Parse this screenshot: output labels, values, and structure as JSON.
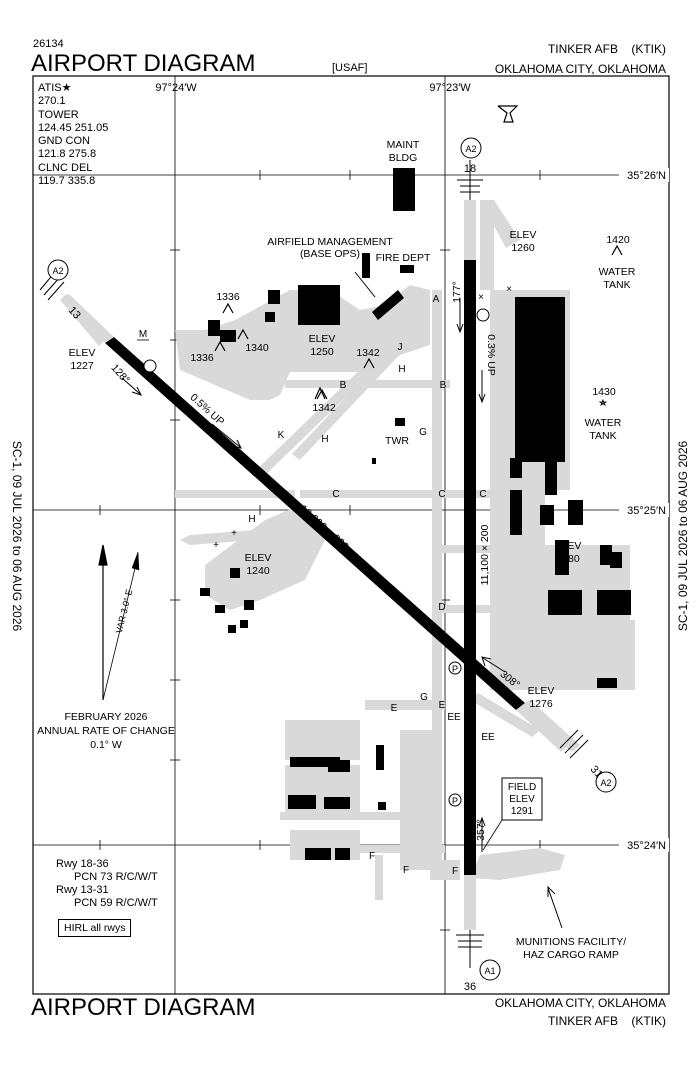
{
  "header": {
    "procedure_id": "26134",
    "title": "AIRPORT DIAGRAM",
    "agency": "[USAF]",
    "airport": "TINKER AFB",
    "ident": "(KTIK)",
    "city": "OKLAHOMA CITY, OKLAHOMA"
  },
  "validity": "SC-1, 09 JUL 2026  to  06 AUG 2026",
  "frequencies": [
    {
      "label": "ATIS★",
      "value": "270.1"
    },
    {
      "label": "TOWER",
      "value": "124.45  251.05"
    },
    {
      "label": "GND CON",
      "value": "121.8  275.8"
    },
    {
      "label": "CLNC DEL",
      "value": "119.7  335.8"
    }
  ],
  "grid": {
    "lon_left": "97°24′W",
    "lon_right": "97°23′W",
    "lat_top": "35°26′N",
    "lat_mid": "35°25′N",
    "lat_bot": "35°24′N"
  },
  "runways": {
    "r18_36": {
      "dims": "11,100 × 200",
      "end_top": "18",
      "end_bot": "36",
      "hdg_top": "177°",
      "hdg_bot": "357°",
      "slope": "0.3% UP"
    },
    "r13_31": {
      "dims": "10,000 × 200",
      "end_a": "13",
      "end_b": "31",
      "hdg_a": "128°",
      "hdg_b": "308°",
      "slope": "0.5% UP"
    }
  },
  "elevations": {
    "e1260": "1260",
    "e1250": "1250",
    "e1227": "1227",
    "e1240": "1240",
    "e1280": "1280",
    "e1276": "1276",
    "elev": "ELEV",
    "field": {
      "line1": "FIELD",
      "line2": "ELEV",
      "line3": "1291"
    }
  },
  "obstacles": [
    "1336",
    "1336",
    "1340",
    "1342",
    "1342",
    "1420",
    "1430"
  ],
  "labels": {
    "maint": "MAINT",
    "bldg": "BLDG",
    "afm1": "AIRFIELD MANAGEMENT",
    "afm2": "(BASE OPS)",
    "fire": "FIRE DEPT",
    "twr": "TWR",
    "water": "WATER",
    "tank": "TANK",
    "munitions1": "MUNITIONS FACILITY/",
    "munitions2": "HAZ CARGO RAMP",
    "taxiways": [
      "A",
      "B",
      "C",
      "D",
      "E",
      "EE",
      "F",
      "G",
      "H",
      "J",
      "K",
      "M"
    ],
    "arrest_label": "A2",
    "arrest_label2": "A1",
    "parking": "P"
  },
  "magvar": {
    "var": "VAR 3.0° E",
    "line1": "FEBRUARY 2026",
    "line2": "ANNUAL RATE OF CHANGE",
    "line3": "0.1° W"
  },
  "pcn": {
    "r1": "Rwy 18-36",
    "r1v": "PCN 73 R/C/W/T",
    "r2": "Rwy 13-31",
    "r2v": "PCN 59 R/C/W/T",
    "hirl": "HIRL all rwys"
  },
  "colors": {
    "pavement": "#d9d9d9",
    "runway": "#000000",
    "ink": "#000000"
  }
}
